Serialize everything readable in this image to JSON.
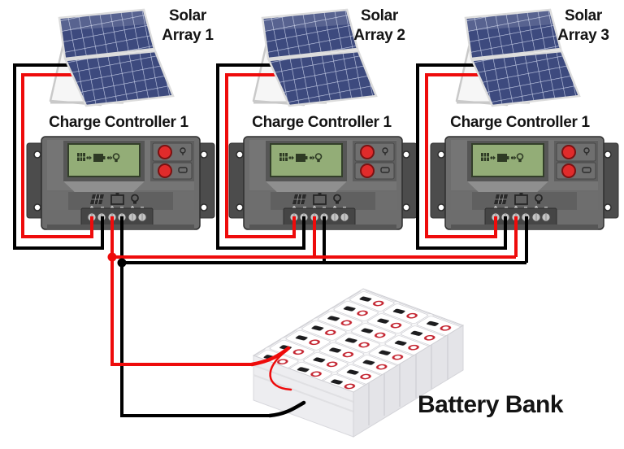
{
  "diagram": {
    "sections": [
      {
        "array_label_line1": "Solar",
        "array_label_line2": "Array 1",
        "controller_label": "Charge Controller 1"
      },
      {
        "array_label_line1": "Solar",
        "array_label_line2": "Array 2",
        "controller_label": "Charge Controller 1"
      },
      {
        "array_label_line1": "Solar",
        "array_label_line2": "Array 3",
        "controller_label": "Charge Controller 1"
      }
    ],
    "battery_bank_label": "Battery Bank",
    "colors": {
      "positive_wire": "#ee0b0b",
      "negative_wire": "#000000",
      "panel_blue": "#3d4a7e",
      "panel_grid": "#c7cfe8",
      "lcd_green": "#93ad77",
      "button_red": "#e02b2b",
      "controller_body": "#6d6d6d",
      "controller_flange": "#4c4c4c"
    },
    "icons": {
      "controller_lcd_icons": [
        "solar-panel-icon",
        "battery-icon",
        "lamp-icon"
      ],
      "controller_front_icons": [
        "solar-panel-icon",
        "battery-icon",
        "lamp-icon"
      ],
      "controller_buttons": [
        "red-button-lamp",
        "red-button-select"
      ]
    }
  }
}
